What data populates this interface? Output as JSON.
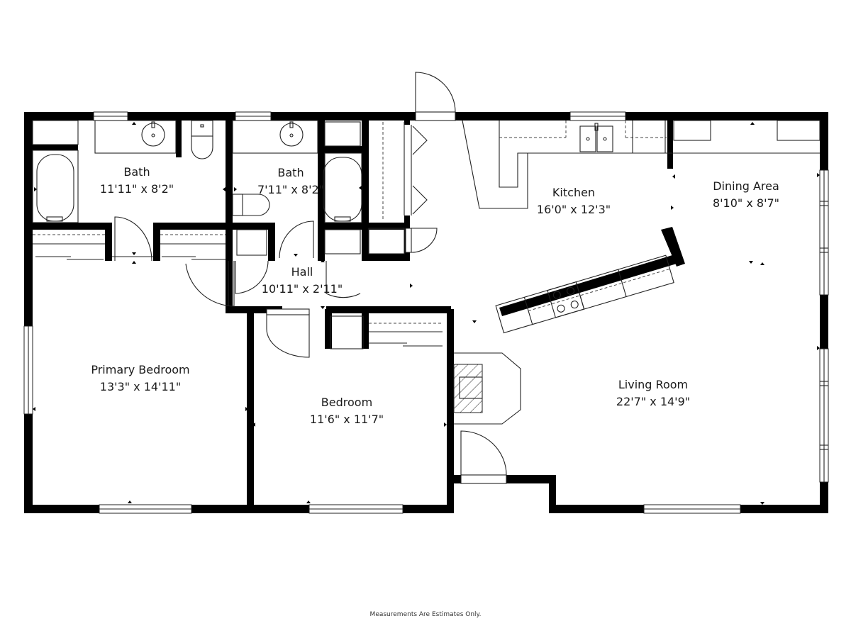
{
  "plan": {
    "colors": {
      "wall": "#000000",
      "background": "#ffffff",
      "text": "#1a1a1a"
    },
    "rooms": [
      {
        "id": "bath-1",
        "name": "Bath",
        "dims": "11'11\" x 8'2\""
      },
      {
        "id": "bath-2",
        "name": "Bath",
        "dims": "7'11\" x 8'2\""
      },
      {
        "id": "hall",
        "name": "Hall",
        "dims": "10'11\" x 2'11\""
      },
      {
        "id": "kitchen",
        "name": "Kitchen",
        "dims": "16'0\" x 12'3\""
      },
      {
        "id": "dining-area",
        "name": "Dining Area",
        "dims": "8'10\" x 8'7\""
      },
      {
        "id": "primary-bedroom",
        "name": "Primary Bedroom",
        "dims": "13'3\" x 14'11\""
      },
      {
        "id": "bedroom",
        "name": "Bedroom",
        "dims": "11'6\" x 11'7\""
      },
      {
        "id": "living-room",
        "name": "Living Room",
        "dims": "22'7\" x 14'9\""
      }
    ],
    "fixtures": [
      "bathtub-icon",
      "toilet-icon",
      "sink-icon",
      "double-sink-icon",
      "cooktop-icon",
      "fireplace-icon",
      "door-icon",
      "window-icon",
      "closet-icon"
    ]
  },
  "footer": {
    "note": "Measurements Are Estimates Only."
  }
}
